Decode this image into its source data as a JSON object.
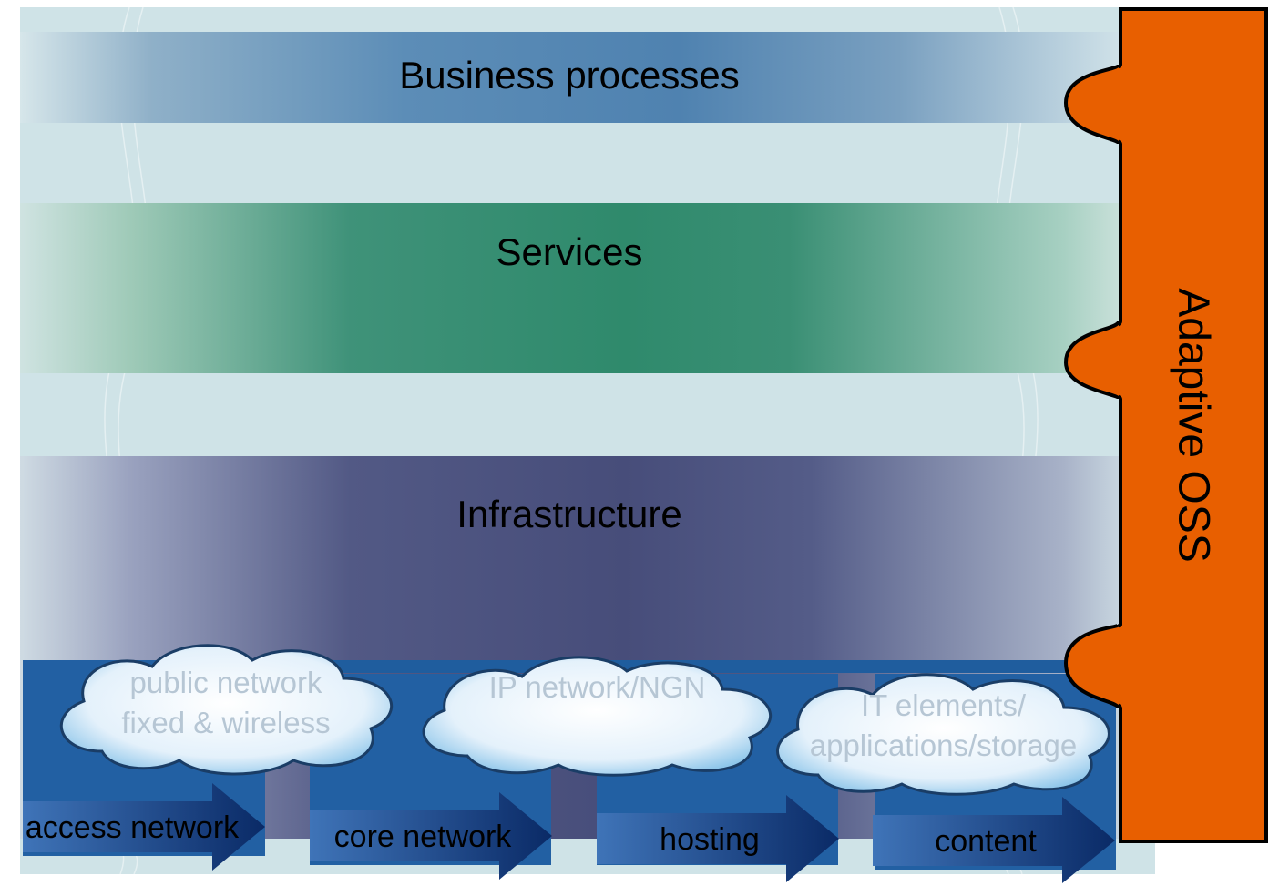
{
  "layers": {
    "business": "Business processes",
    "services": "Services",
    "infrastructure": "Infrastructure"
  },
  "clouds": [
    {
      "line1": "public network",
      "line2": "fixed & wireless"
    },
    {
      "line1": "IP network/NGN",
      "line2": ""
    },
    {
      "line1": "IT elements/",
      "line2": "applications/storage"
    }
  ],
  "segments": [
    "access network",
    "core network",
    "hosting",
    "content"
  ],
  "oss_label": "Adaptive OSS",
  "colors": {
    "oss_fill": "#e85f00",
    "business_band": "#4f82b0",
    "services_band": "#2f8a6c",
    "infrastructure_band": "#474d7a",
    "segment_block": "#2260a3",
    "arrow": "#0d2e6b",
    "cloud_text": "#b6c6d4"
  }
}
